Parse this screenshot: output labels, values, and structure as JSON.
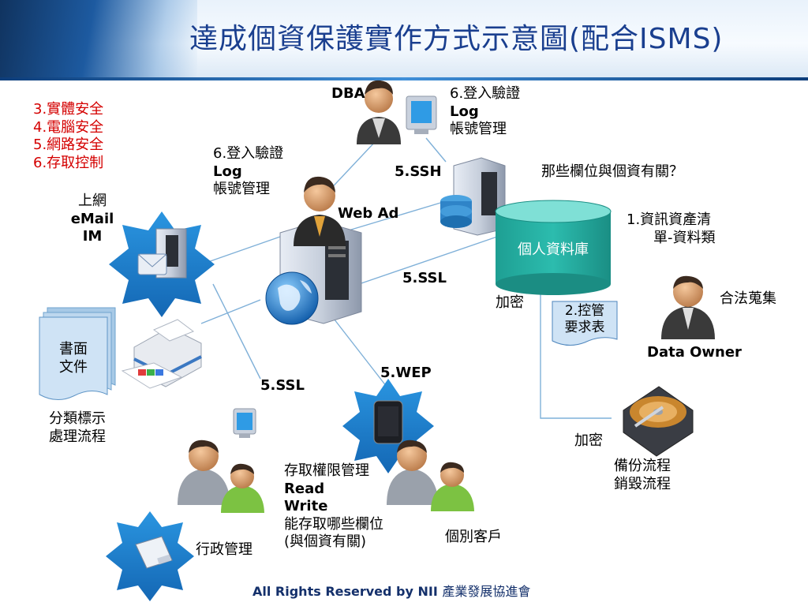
{
  "title": "達成個資保護實作方式示意圖(配合ISMS)",
  "security_list": {
    "line1": "3.實體安全",
    "line2": "4.電腦安全",
    "line3": "5.網路安全",
    "line4": "6.存取控制"
  },
  "internet_services": {
    "line1": "上網",
    "line2": "eMail",
    "line3": "IM"
  },
  "dba_label": "DBA",
  "dba_login": {
    "line1": "6.登入驗證",
    "line2": "Log",
    "line3": "帳號管理"
  },
  "web_ad_login": {
    "line1": "6.登入驗證",
    "line2": "Log",
    "line3": "帳號管理"
  },
  "web_ad_label": "Web Ad",
  "ssh_label": "5.SSH",
  "fields_question": "那些欄位與個資有關？",
  "database_label": "個人資料庫",
  "asset_inventory": {
    "line1": "1.資訊資產清",
    "line2": "單-資料類"
  },
  "ssl_label_right": "5.SSL",
  "ssl_label_left": "5.SSL",
  "wep_label": "5.WEP",
  "encrypt_label_db": "加密",
  "encrypt_label_backup": "加密",
  "control_form": {
    "line1": "2.控管",
    "line2": "要求表"
  },
  "legal_collection": "合法蒐集",
  "data_owner": "Data Owner",
  "paper_docs": {
    "line1": "書面",
    "line2": "文件"
  },
  "classification": {
    "line1": "分類標示",
    "line2": "處理流程"
  },
  "access_mgmt": {
    "line1": "存取權限管理",
    "line2": "Read",
    "line3": "Write",
    "line4": "能存取哪些欄位",
    "line5": "(與個資有關)"
  },
  "admin_mgmt": "行政管理",
  "individual_client": "個別客戶",
  "backup_flow": {
    "line1": "備份流程",
    "line2": "銷毀流程"
  },
  "footer": {
    "text": "All Rights Reserved by NII ",
    "org": "產業發展協進會"
  },
  "colors": {
    "title": "#1a3f8f",
    "red_list": "#d40000",
    "db_fill": "#27b3a6",
    "star": "#1f86d4",
    "footer": "#14306b"
  }
}
